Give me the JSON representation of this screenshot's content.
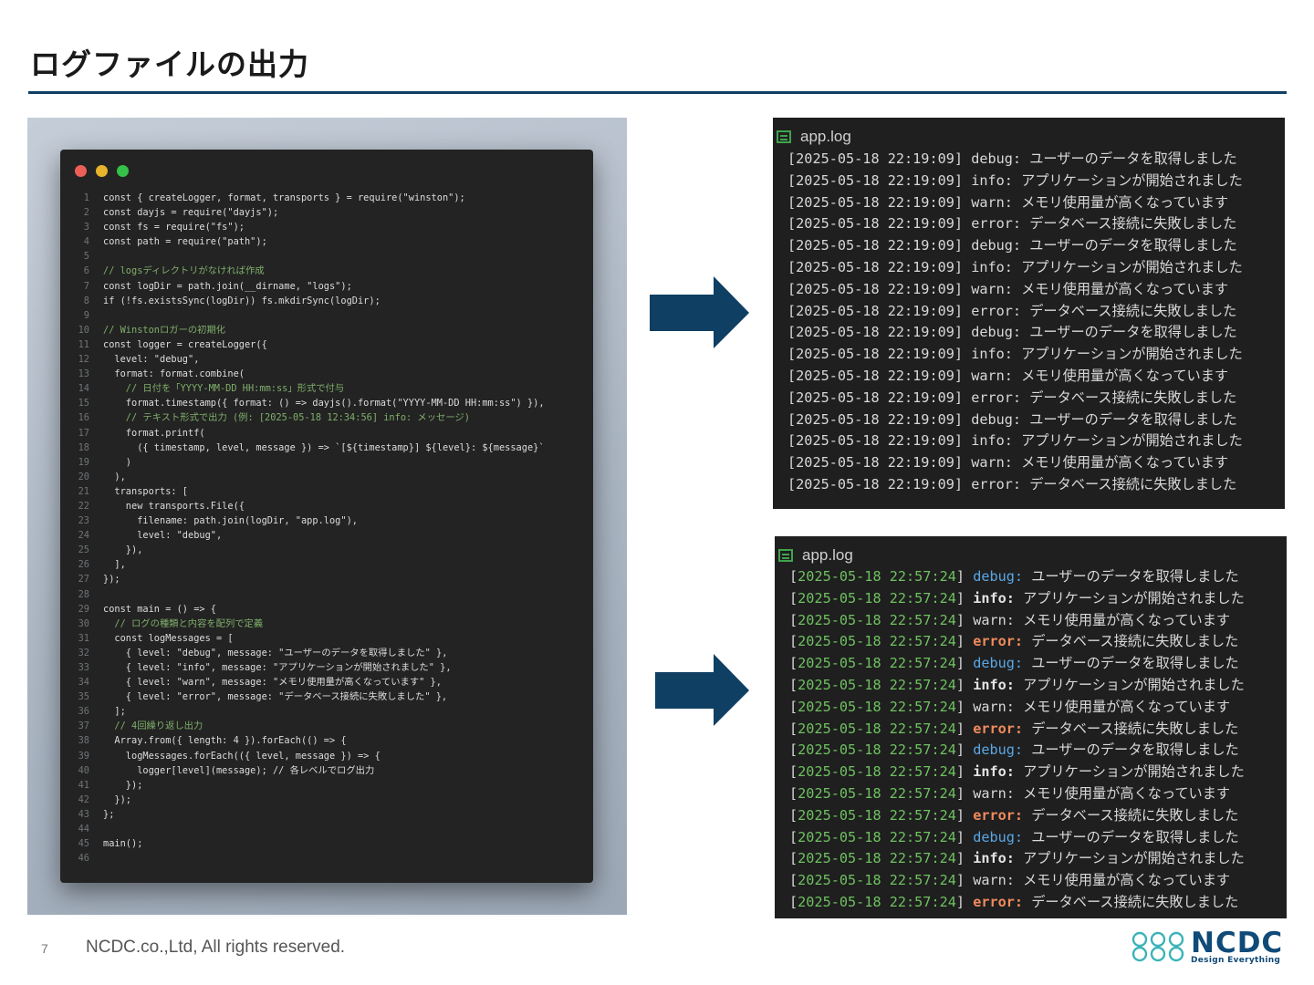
{
  "page_title": "ログファイルの出力",
  "code_editor": {
    "window_controls": {
      "close": "#ec5f57",
      "minimize": "#e8b32c",
      "maximize": "#35c04a"
    },
    "lines": [
      "const { createLogger, format, transports } = require(\"winston\");",
      "const dayjs = require(\"dayjs\");",
      "const fs = require(\"fs\");",
      "const path = require(\"path\");",
      "",
      "// logsディレクトリがなければ作成",
      "const logDir = path.join(__dirname, \"logs\");",
      "if (!fs.existsSync(logDir)) fs.mkdirSync(logDir);",
      "",
      "// Winstonロガーの初期化",
      "const logger = createLogger({",
      "  level: \"debug\",",
      "  format: format.combine(",
      "    // 日付を「YYYY-MM-DD HH:mm:ss」形式で付与",
      "    format.timestamp({ format: () => dayjs().format(\"YYYY-MM-DD HH:mm:ss\") }),",
      "    // テキスト形式で出力 (例: [2025-05-18 12:34:56] info: メッセージ)",
      "    format.printf(",
      "      ({ timestamp, level, message }) => `[${timestamp}] ${level}: ${message}`",
      "    )",
      "  ),",
      "  transports: [",
      "    new transports.File({",
      "      filename: path.join(logDir, \"app.log\"),",
      "      level: \"debug\",",
      "    }),",
      "  ],",
      "});",
      "",
      "const main = () => {",
      "  // ログの種類と内容を配列で定義",
      "  const logMessages = [",
      "    { level: \"debug\", message: \"ユーザーのデータを取得しました\" },",
      "    { level: \"info\", message: \"アプリケーションが開始されました\" },",
      "    { level: \"warn\", message: \"メモリ使用量が高くなっています\" },",
      "    { level: \"error\", message: \"データベース接続に失敗しました\" },",
      "  ];",
      "  // 4回繰り返し出力",
      "  Array.from({ length: 4 }).forEach(() => {",
      "    logMessages.forEach(({ level, message }) => {",
      "      logger[level](message); // 各レベルでログ出力",
      "    });",
      "  });",
      "};",
      "",
      "main();",
      ""
    ]
  },
  "log_panel_plain": {
    "filename": "app.log",
    "timestamp": "2025-05-18 22:19:09",
    "entries": [
      {
        "level": "debug",
        "message": "ユーザーのデータを取得しました"
      },
      {
        "level": "info",
        "message": "アプリケーションが開始されました"
      },
      {
        "level": "warn",
        "message": "メモリ使用量が高くなっています"
      },
      {
        "level": "error",
        "message": "データベース接続に失敗しました"
      },
      {
        "level": "debug",
        "message": "ユーザーのデータを取得しました"
      },
      {
        "level": "info",
        "message": "アプリケーションが開始されました"
      },
      {
        "level": "warn",
        "message": "メモリ使用量が高くなっています"
      },
      {
        "level": "error",
        "message": "データベース接続に失敗しました"
      },
      {
        "level": "debug",
        "message": "ユーザーのデータを取得しました"
      },
      {
        "level": "info",
        "message": "アプリケーションが開始されました"
      },
      {
        "level": "warn",
        "message": "メモリ使用量が高くなっています"
      },
      {
        "level": "error",
        "message": "データベース接続に失敗しました"
      },
      {
        "level": "debug",
        "message": "ユーザーのデータを取得しました"
      },
      {
        "level": "info",
        "message": "アプリケーションが開始されました"
      },
      {
        "level": "warn",
        "message": "メモリ使用量が高くなっています"
      },
      {
        "level": "error",
        "message": "データベース接続に失敗しました"
      }
    ]
  },
  "log_panel_colored": {
    "filename": "app.log",
    "timestamp": "2025-05-18 22:57:24",
    "entries": [
      {
        "level": "debug",
        "message": "ユーザーのデータを取得しました"
      },
      {
        "level": "info",
        "message": "アプリケーションが開始されました"
      },
      {
        "level": "warn",
        "message": "メモリ使用量が高くなっています"
      },
      {
        "level": "error",
        "message": "データベース接続に失敗しました"
      },
      {
        "level": "debug",
        "message": "ユーザーのデータを取得しました"
      },
      {
        "level": "info",
        "message": "アプリケーションが開始されました"
      },
      {
        "level": "warn",
        "message": "メモリ使用量が高くなっています"
      },
      {
        "level": "error",
        "message": "データベース接続に失敗しました"
      },
      {
        "level": "debug",
        "message": "ユーザーのデータを取得しました"
      },
      {
        "level": "info",
        "message": "アプリケーションが開始されました"
      },
      {
        "level": "warn",
        "message": "メモリ使用量が高くなっています"
      },
      {
        "level": "error",
        "message": "データベース接続に失敗しました"
      },
      {
        "level": "debug",
        "message": "ユーザーのデータを取得しました"
      },
      {
        "level": "info",
        "message": "アプリケーションが開始されました"
      },
      {
        "level": "warn",
        "message": "メモリ使用量が高くなっています"
      },
      {
        "level": "error",
        "message": "データベース接続に失敗しました"
      }
    ],
    "level_colors": {
      "timestamp": "#6fc161",
      "debug": "#5aa7e6",
      "info": "#e4e4e4",
      "warn": "#d8d8d8",
      "error": "#f08a5d"
    }
  },
  "arrow_color": "#0f3f63",
  "footer": {
    "page_number": "7",
    "copyright": "NCDC.co.,Ltd, All rights reserved.",
    "logo_text": "NCDC",
    "logo_tagline": "Design Everything",
    "logo_color": "#0f4a78",
    "logo_mark_color": "#3bb3b8"
  }
}
